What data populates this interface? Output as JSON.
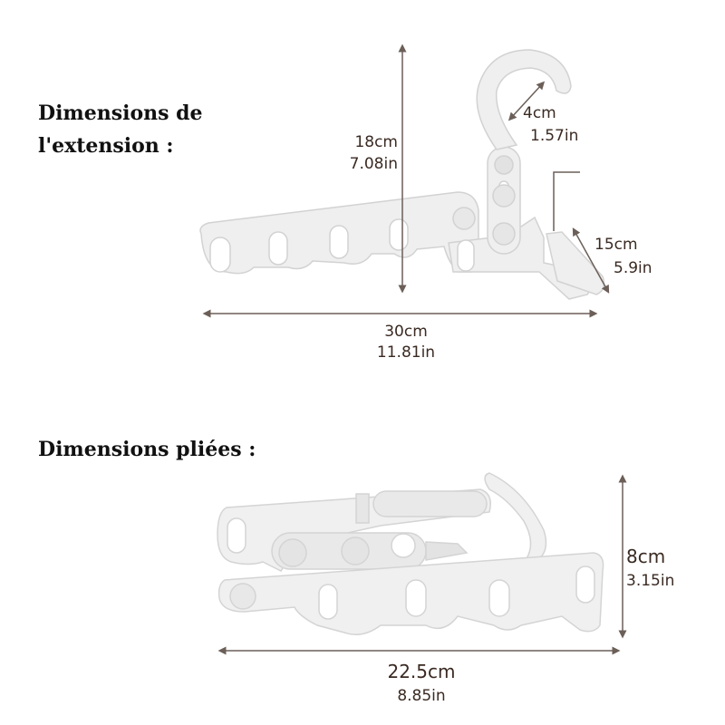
{
  "sections": {
    "extended": {
      "title_line1": "Dimensions de",
      "title_line2": "l'extension :",
      "height": {
        "cm": "18cm",
        "in": "7.08in"
      },
      "hook": {
        "cm": "4cm",
        "in": "1.57in"
      },
      "foot": {
        "cm": "15cm",
        "in": "5.9in"
      },
      "length": {
        "cm": "30cm",
        "in": "11.81in"
      }
    },
    "folded": {
      "title": "Dimensions pliées :",
      "height": {
        "cm": "8cm",
        "in": "3.15in"
      },
      "length": {
        "cm": "22.5cm",
        "in": "8.85in"
      }
    }
  },
  "colors": {
    "product": "#ececec",
    "product_edge": "#d4d4d4",
    "dimension_line": "#6b5f58",
    "text": "#3a2a22",
    "heading": "#111111"
  }
}
